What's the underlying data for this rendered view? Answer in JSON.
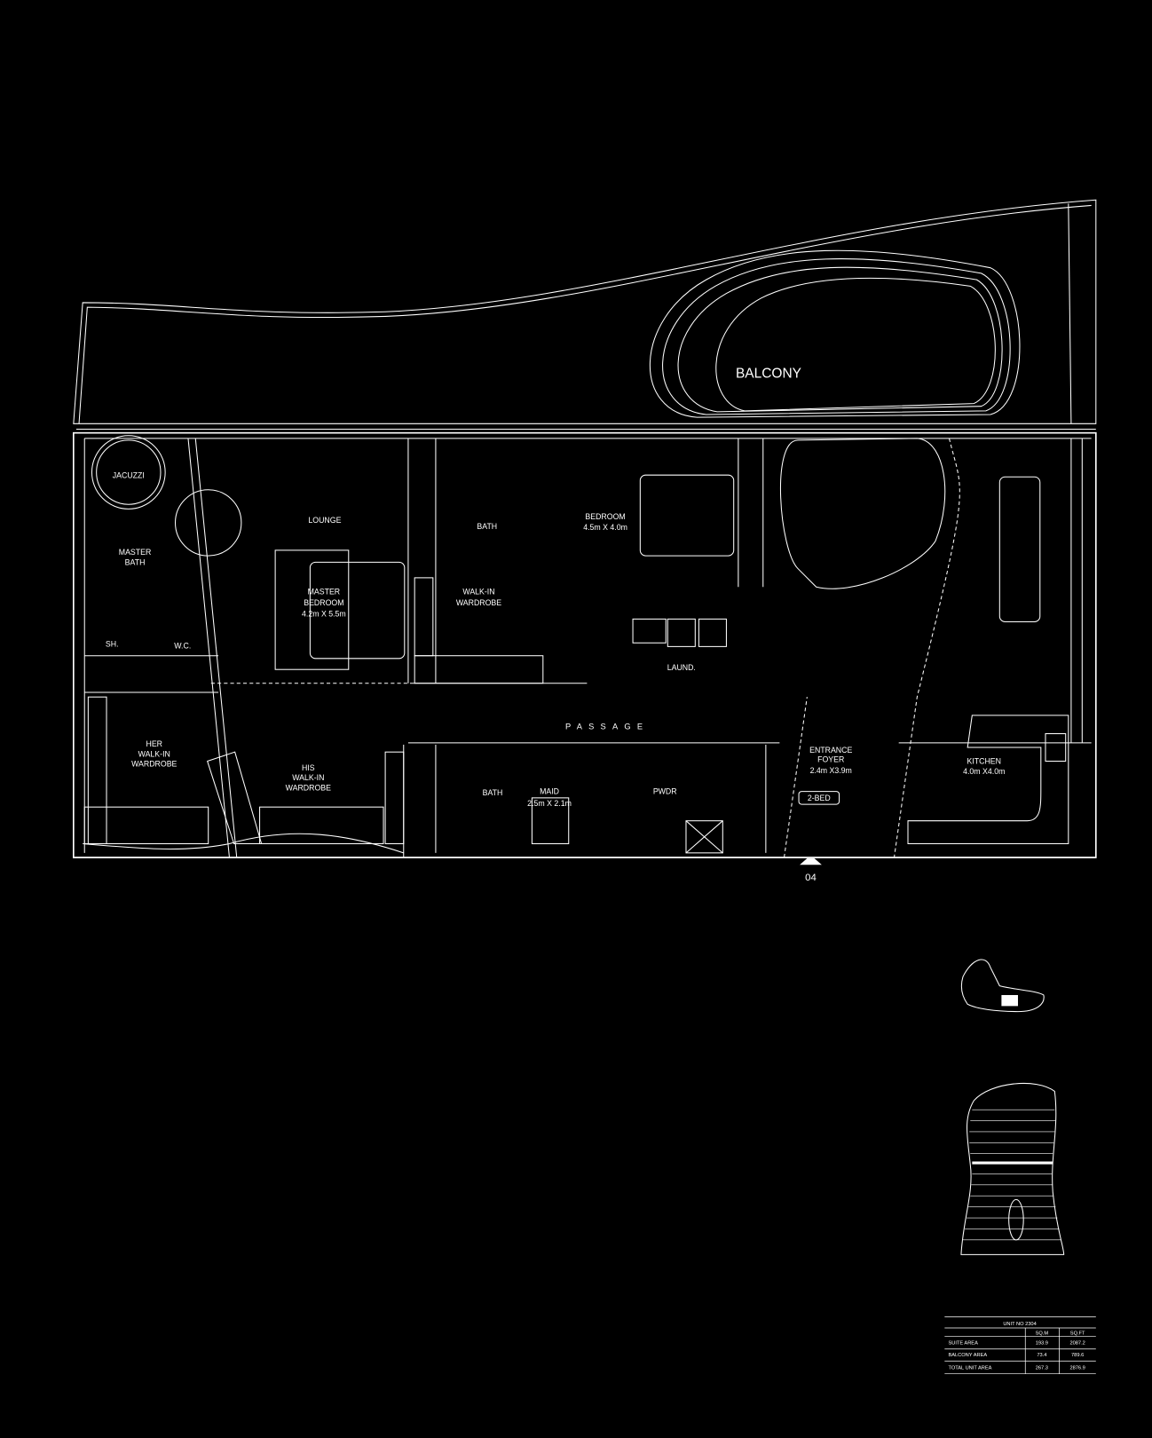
{
  "plan": {
    "balcony": "BALCONY",
    "rooms": {
      "jacuzzi": "JACUZZI",
      "master_bath": [
        "MASTER",
        "BATH"
      ],
      "lounge": "LOUNGE",
      "master_bedroom": [
        "MASTER",
        "BEDROOM",
        "4.2m X 5.5m"
      ],
      "bath_upper": "BATH",
      "bedroom": [
        "BEDROOM",
        "4.5m X 4.0m"
      ],
      "walk_in_wardrobe": [
        "WALK-IN",
        "WARDROBE"
      ],
      "laundry": "LAUND.",
      "shower": "SH.",
      "wc": "W.C.",
      "passage": "PASSAGE",
      "her_wardrobe": [
        "HER",
        "WALK-IN",
        "WARDROBE"
      ],
      "his_wardrobe": [
        "HIS",
        "WALK-IN",
        "WARDROBE"
      ],
      "bath_lower": "BATH",
      "maid": [
        "MAID",
        "2.5m X 2.1m"
      ],
      "powder": "PWDR",
      "entrance_foyer": [
        "ENTRANCE",
        "FOYER",
        "2.4m X3.9m"
      ],
      "unit_type": "2-BED",
      "kitchen": [
        "KITCHEN",
        "4.0m X4.0m"
      ]
    },
    "entrance_marker": "04"
  },
  "area_table": {
    "title": "UNIT NO 2304",
    "columns": [
      "SQ.M",
      "SQ.FT"
    ],
    "rows": [
      {
        "label": "SUITE AREA",
        "sqm": "193.9",
        "sqft": "2087.2"
      },
      {
        "label": "BALCONY AREA",
        "sqm": "73.4",
        "sqft": "789.6"
      },
      {
        "label": "TOTAL UNIT AREA",
        "sqm": "267.3",
        "sqft": "2876.9"
      }
    ]
  },
  "colors": {
    "background": "#000000",
    "line": "#ffffff"
  }
}
